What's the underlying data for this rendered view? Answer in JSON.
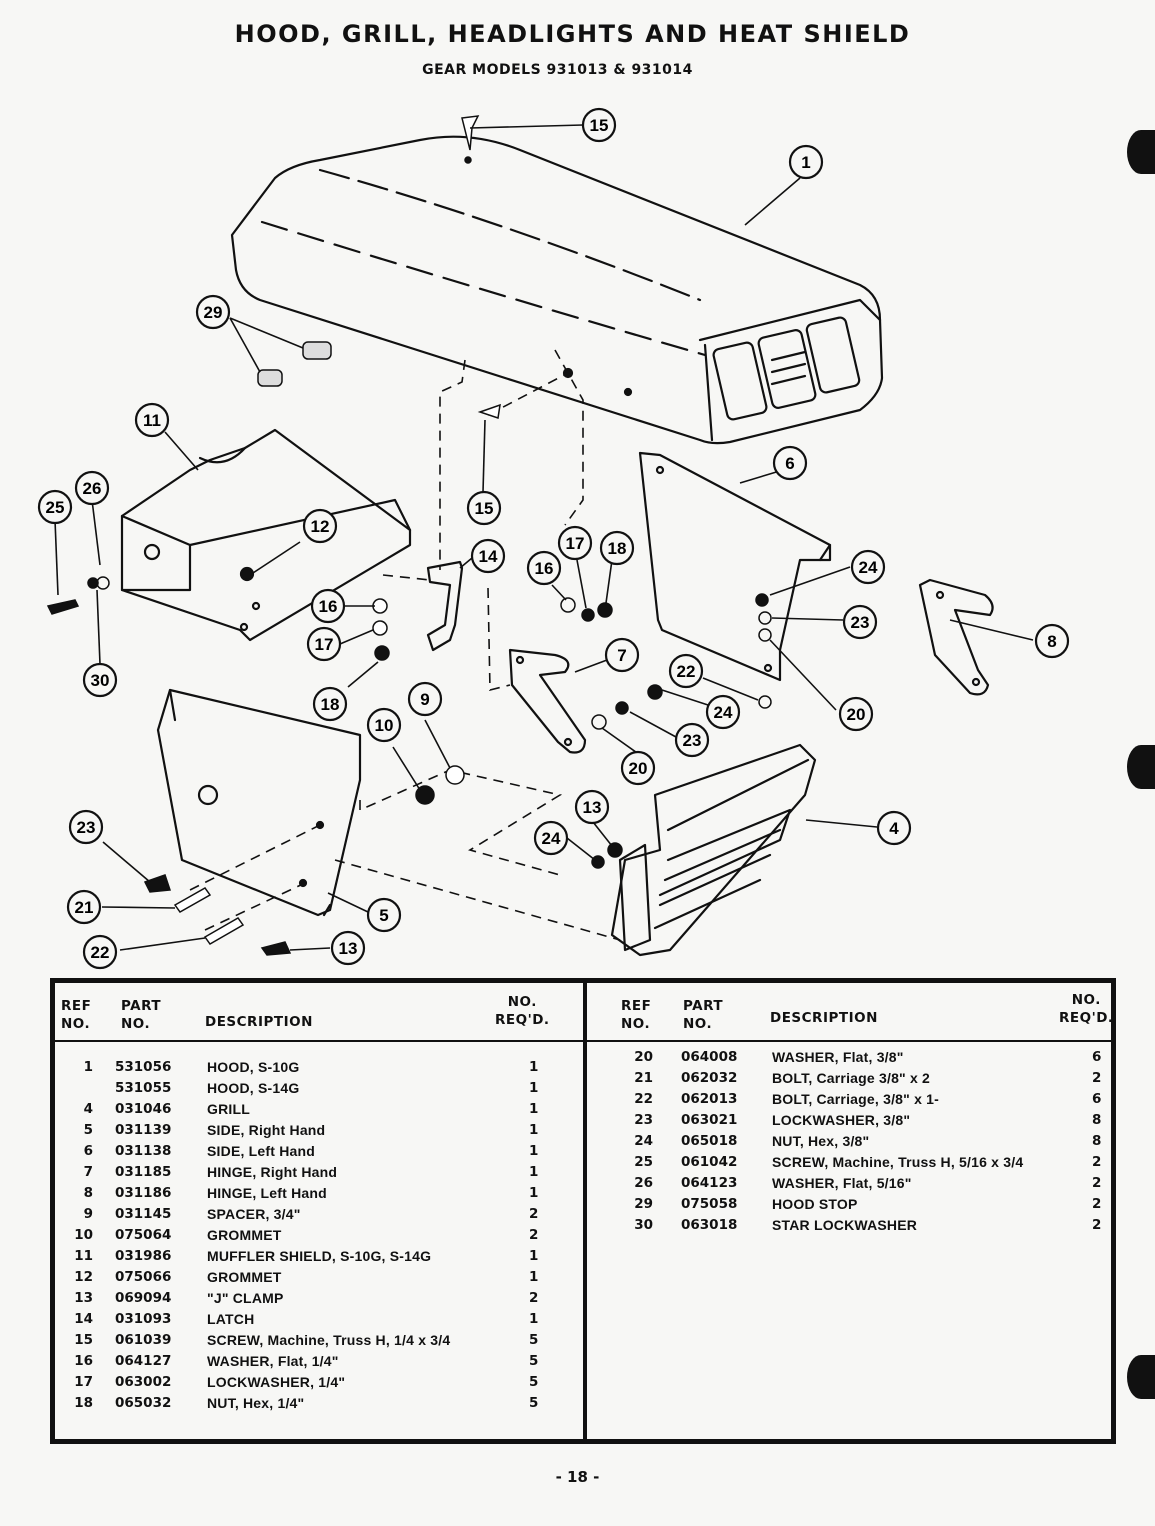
{
  "title": "HOOD, GRILL, HEADLIGHTS AND HEAT SHIELD",
  "subtitle": "GEAR MODELS 931013 & 931014",
  "callouts": [
    "15",
    "1",
    "29",
    "11",
    "26",
    "25",
    "12",
    "15",
    "6",
    "14",
    "17",
    "18",
    "16",
    "24",
    "23",
    "8",
    "16",
    "17",
    "18",
    "7",
    "22",
    "24",
    "20",
    "9",
    "10",
    "23",
    "20",
    "4",
    "13",
    "24",
    "23",
    "21",
    "5",
    "22",
    "13",
    "30"
  ],
  "table": {
    "headers": {
      "ref": "REF\nNO.",
      "part": "PART\nNO.",
      "description": "DESCRIPTION",
      "req": "NO.\nREQ'D."
    },
    "left_rows": [
      {
        "ref": "1",
        "part": "531056",
        "desc": "HOOD, S-10G",
        "qty": "1"
      },
      {
        "ref": "",
        "part": "531055",
        "desc": "HOOD, S-14G",
        "qty": "1"
      },
      {
        "ref": "4",
        "part": "031046",
        "desc": "GRILL",
        "qty": "1"
      },
      {
        "ref": "5",
        "part": "031139",
        "desc": "SIDE, Right Hand",
        "qty": "1"
      },
      {
        "ref": "6",
        "part": "031138",
        "desc": "SIDE, Left Hand",
        "qty": "1"
      },
      {
        "ref": "7",
        "part": "031185",
        "desc": "HINGE, Right Hand",
        "qty": "1"
      },
      {
        "ref": "8",
        "part": "031186",
        "desc": "HINGE, Left Hand",
        "qty": "1"
      },
      {
        "ref": "9",
        "part": "031145",
        "desc": "SPACER, 3/4\"",
        "qty": "2"
      },
      {
        "ref": "10",
        "part": "075064",
        "desc": "GROMMET",
        "qty": "2"
      },
      {
        "ref": "11",
        "part": "031986",
        "desc": "MUFFLER SHIELD, S-10G, S-14G",
        "qty": "1"
      },
      {
        "ref": "12",
        "part": "075066",
        "desc": "GROMMET",
        "qty": "1"
      },
      {
        "ref": "13",
        "part": "069094",
        "desc": "\"J\" CLAMP",
        "qty": "2"
      },
      {
        "ref": "14",
        "part": "031093",
        "desc": "LATCH",
        "qty": "1"
      },
      {
        "ref": "15",
        "part": "061039",
        "desc": "SCREW, Machine, Truss H, 1/4 x 3/4",
        "qty": "5"
      },
      {
        "ref": "16",
        "part": "064127",
        "desc": "WASHER, Flat, 1/4\"",
        "qty": "5"
      },
      {
        "ref": "17",
        "part": "063002",
        "desc": "LOCKWASHER, 1/4\"",
        "qty": "5"
      },
      {
        "ref": "18",
        "part": "065032",
        "desc": "NUT, Hex, 1/4\"",
        "qty": "5"
      }
    ],
    "right_rows": [
      {
        "ref": "20",
        "part": "064008",
        "desc": "WASHER, Flat, 3/8\"",
        "qty": "6"
      },
      {
        "ref": "21",
        "part": "062032",
        "desc": "BOLT, Carriage  3/8\" x 2",
        "qty": "2"
      },
      {
        "ref": "22",
        "part": "062013",
        "desc": "BOLT, Carriage, 3/8\" x 1-",
        "qty": "6"
      },
      {
        "ref": "23",
        "part": "063021",
        "desc": "LOCKWASHER, 3/8\"",
        "qty": "8"
      },
      {
        "ref": "24",
        "part": "065018",
        "desc": "NUT, Hex, 3/8\"",
        "qty": "8"
      },
      {
        "ref": "25",
        "part": "061042",
        "desc": "SCREW, Machine, Truss H, 5/16 x 3/4",
        "qty": "2"
      },
      {
        "ref": "26",
        "part": "064123",
        "desc": "WASHER, Flat, 5/16\"",
        "qty": "2"
      },
      {
        "ref": "29",
        "part": "075058",
        "desc": "HOOD STOP",
        "qty": "2"
      },
      {
        "ref": "30",
        "part": "063018",
        "desc": "STAR LOCKWASHER",
        "qty": "2"
      }
    ]
  },
  "page_number": "- 18 -"
}
